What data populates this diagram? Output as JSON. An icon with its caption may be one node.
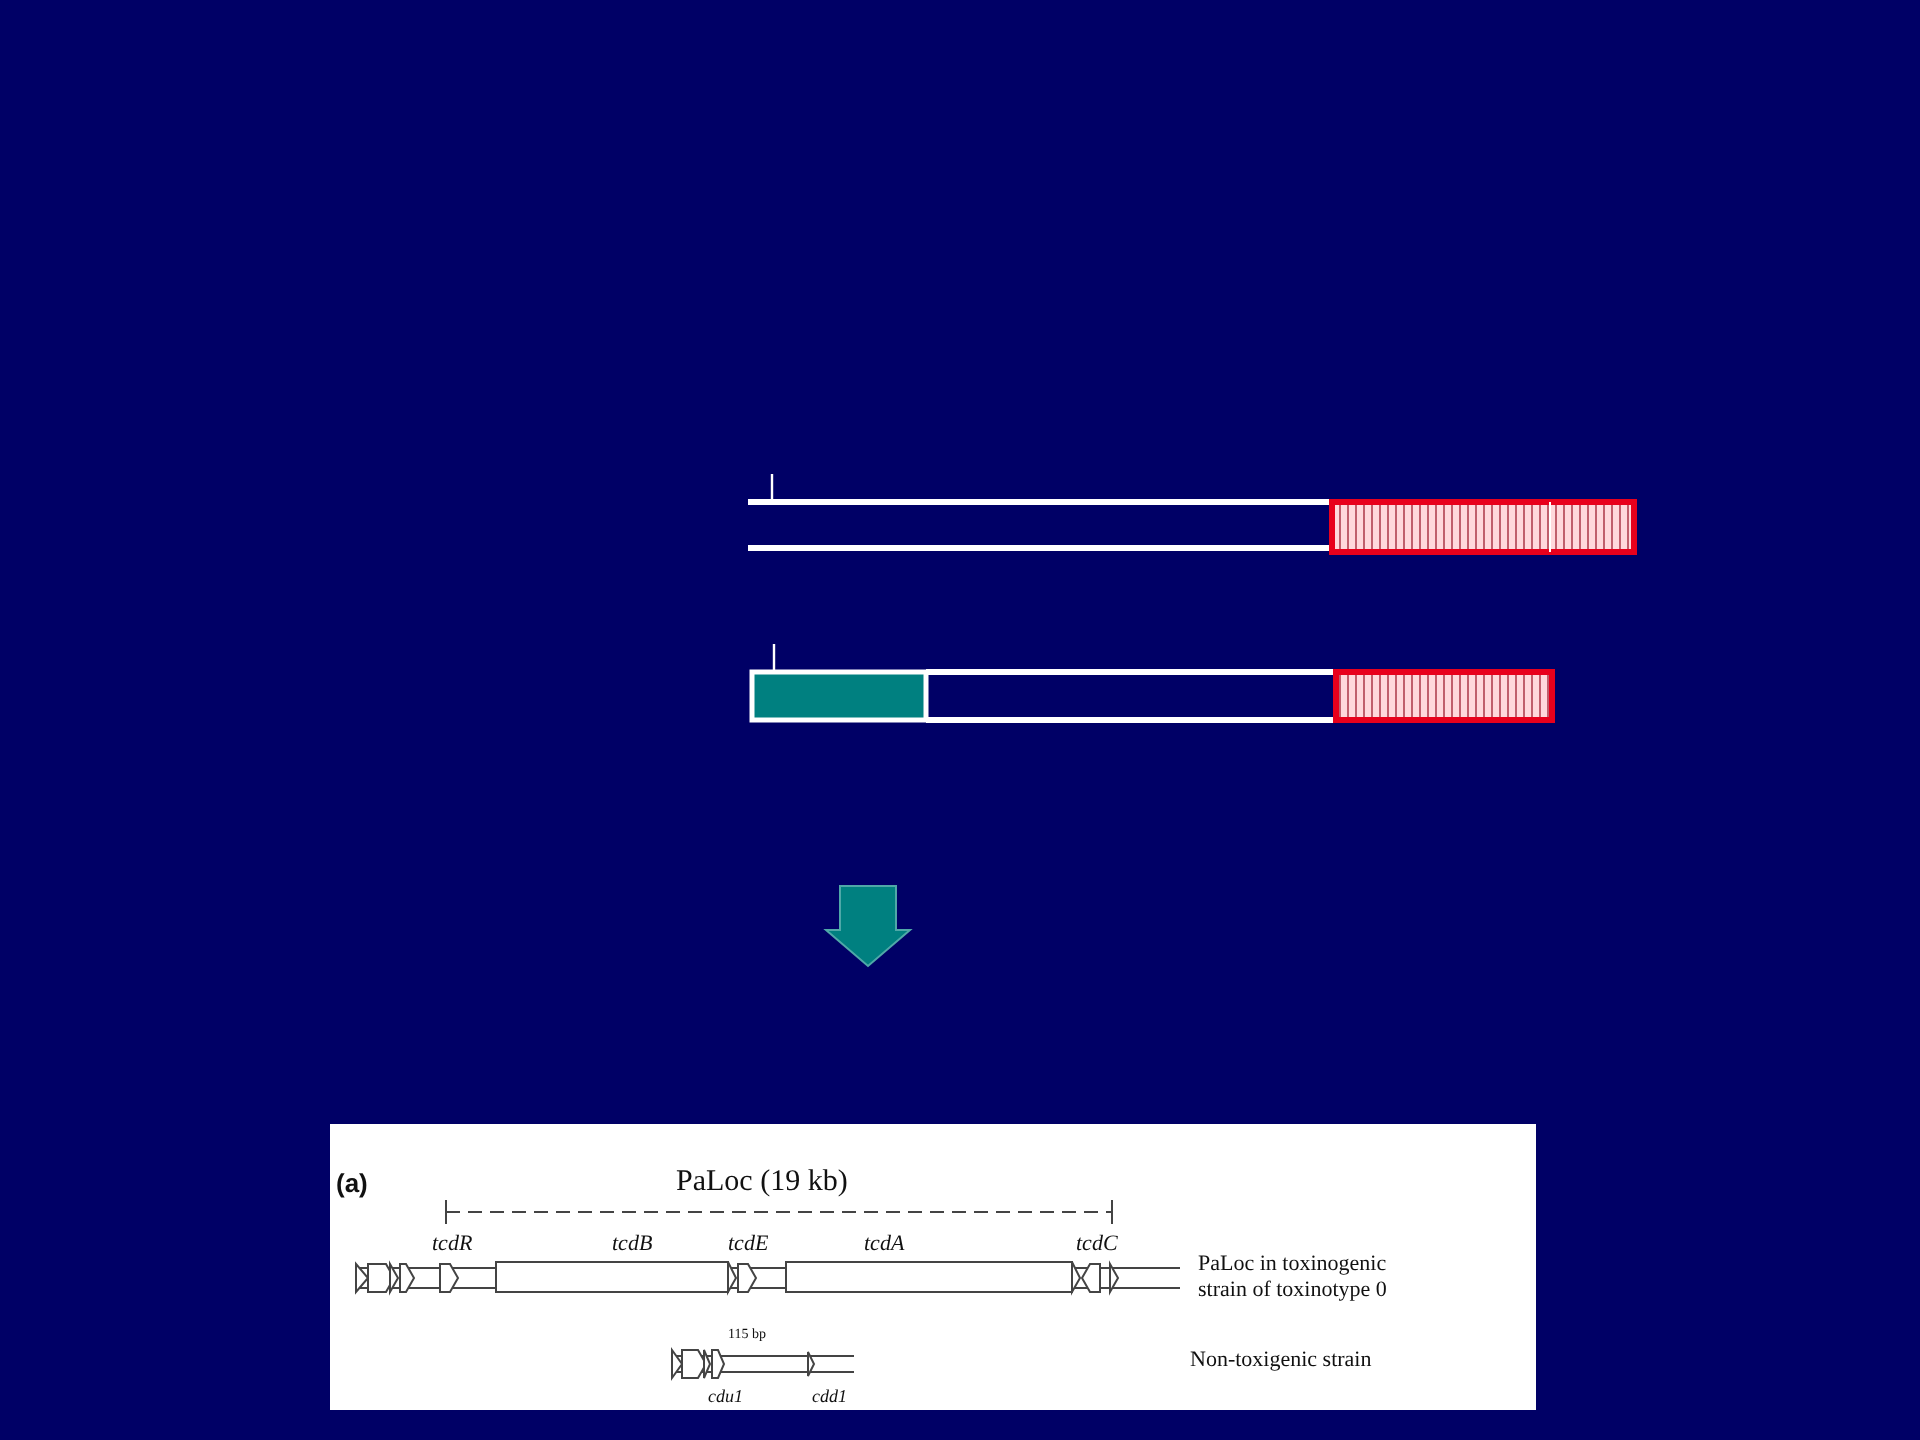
{
  "diagram": {
    "labels": [
      "(a)",
      "PaLoc (19 kb)",
      "tcdR",
      "tcdB",
      "tcdE",
      "tcdA",
      "tcdC",
      "PaLoc in toxinogenic strain of toxinotype 0",
      "115 bp",
      "Non-toxigenic strain",
      "cdu1",
      "cdd1"
    ]
  }
}
